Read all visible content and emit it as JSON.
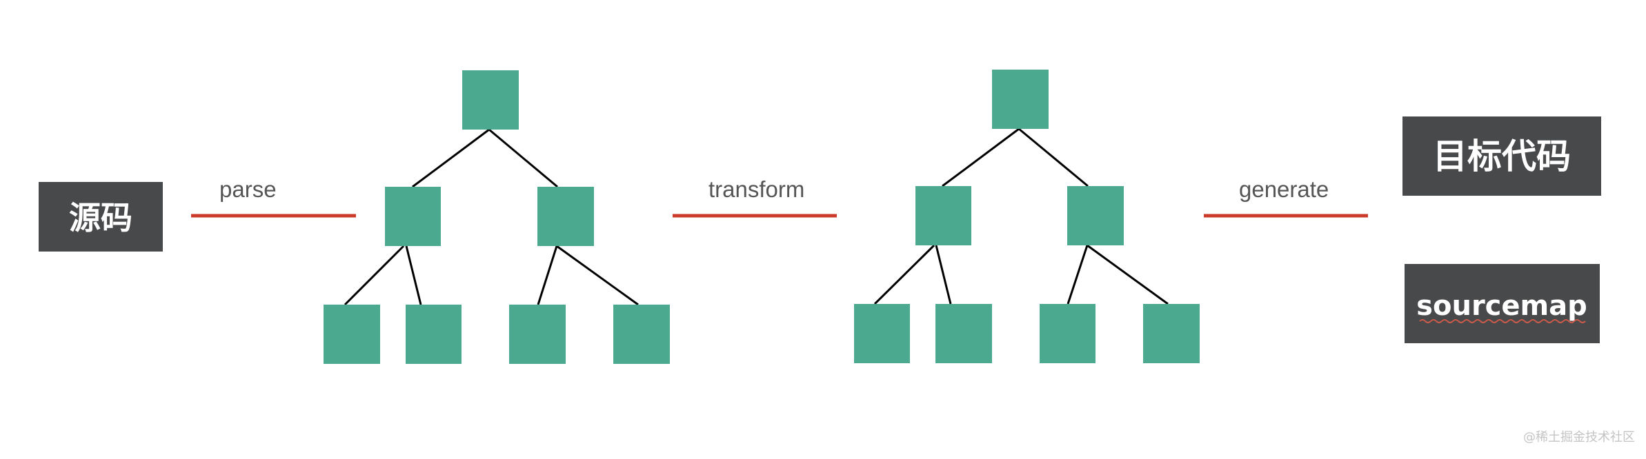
{
  "boxes": {
    "source": "源码",
    "target": "目标代码",
    "sourcemap": "sourcemap"
  },
  "steps": {
    "parse": "parse",
    "transform": "transform",
    "generate": "generate"
  },
  "watermark": "@稀土掘金技术社区",
  "colors": {
    "node": "#4aa98f",
    "dark_box": "#48494b",
    "edge": "#000000",
    "arrow_line": "#cc3b2a",
    "label": "#555555"
  }
}
